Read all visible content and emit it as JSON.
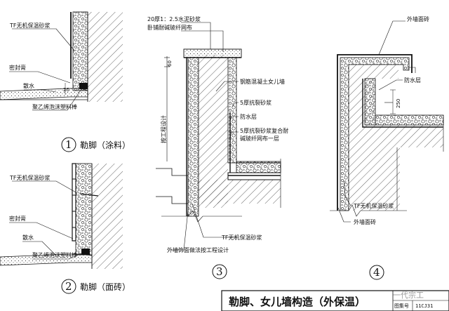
{
  "detail1": {
    "labels": {
      "mortar": "TF无机保温砂浆",
      "sealant": "密封膏",
      "apron": "散水",
      "rod": "聚乙烯泡沫塑料棒",
      "dim": "20"
    },
    "number": "1",
    "caption": "勒脚（涂料）"
  },
  "detail2": {
    "labels": {
      "mortar": "TF无机保温砂浆",
      "sealant": "密封膏",
      "apron": "散水",
      "rod": "聚乙烯泡沫塑料棒"
    },
    "number": "2",
    "caption": "勒脚（面砖）"
  },
  "detail3": {
    "labels": {
      "top1": "20厚1：2.5水泥砂浆",
      "top2": "卧铺耐碱玻纤网布",
      "dim60": "60",
      "vertical": "按工程设计",
      "parapet": "钢筋混凝土女儿墙",
      "anticrack": "5厚抗裂砂浆",
      "waterproof": "防水层",
      "composite1": "5厚抗裂砂浆复合耐",
      "composite2": "碱玻纤网布一层",
      "mortar": "TF无机保温砂浆",
      "finish": "外墙饰面做法按工程设计"
    },
    "number": "3"
  },
  "detail4": {
    "labels": {
      "tile_top": "外墙面砖",
      "waterproof": "防水层",
      "dim250": "250",
      "mortar": "TF无机保温砂浆",
      "tile_bottom": "外墙面砖"
    },
    "number": "4"
  },
  "title_block": {
    "title": "勒脚、女儿墙构造（外保温）",
    "atlas_label": "图集号",
    "atlas_no": "11CJ31"
  },
  "watermark": "一代宗工"
}
